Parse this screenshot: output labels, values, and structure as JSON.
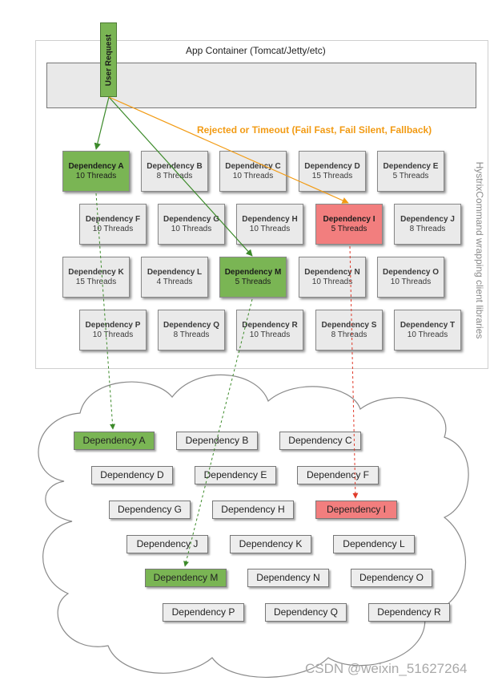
{
  "container": {
    "title": "App Container (Tomcat/Jetty/etc)",
    "side_label": "HystrixCommand wrapping client libraries"
  },
  "user_request": "User Request",
  "rejected_label": "Rejected or Timeout (Fail Fast, Fail Silent, Fallback)",
  "colors": {
    "green": "#7ab554",
    "red": "#f27e7e",
    "orange": "#f29b14",
    "arrow_green": "#3c8a2a",
    "arrow_red": "#e03a2a"
  },
  "pools": [
    {
      "name": "Dependency A",
      "threads": "10 Threads",
      "state": "green"
    },
    {
      "name": "Dependency B",
      "threads": "8 Threads",
      "state": "normal"
    },
    {
      "name": "Dependency C",
      "threads": "10 Threads",
      "state": "normal"
    },
    {
      "name": "Dependency D",
      "threads": "15 Threads",
      "state": "normal"
    },
    {
      "name": "Dependency E",
      "threads": "5 Threads",
      "state": "normal"
    },
    {
      "name": "Dependency F",
      "threads": "10 Threads",
      "state": "normal"
    },
    {
      "name": "Dependency G",
      "threads": "10 Threads",
      "state": "normal"
    },
    {
      "name": "Dependency H",
      "threads": "10 Threads",
      "state": "normal"
    },
    {
      "name": "Dependency I",
      "threads": "5 Threads",
      "state": "red"
    },
    {
      "name": "Dependency J",
      "threads": "8 Threads",
      "state": "normal"
    },
    {
      "name": "Dependency K",
      "threads": "15 Threads",
      "state": "normal"
    },
    {
      "name": "Dependency L",
      "threads": "4 Threads",
      "state": "normal"
    },
    {
      "name": "Dependency M",
      "threads": "5 Threads",
      "state": "green"
    },
    {
      "name": "Dependency N",
      "threads": "10 Threads",
      "state": "normal"
    },
    {
      "name": "Dependency O",
      "threads": "10 Threads",
      "state": "normal"
    },
    {
      "name": "Dependency P",
      "threads": "10 Threads",
      "state": "normal"
    },
    {
      "name": "Dependency Q",
      "threads": "8 Threads",
      "state": "normal"
    },
    {
      "name": "Dependency R",
      "threads": "10 Threads",
      "state": "normal"
    },
    {
      "name": "Dependency S",
      "threads": "8 Threads",
      "state": "normal"
    },
    {
      "name": "Dependency T",
      "threads": "10 Threads",
      "state": "normal"
    }
  ],
  "cloud_deps": [
    {
      "name": "Dependency A",
      "state": "green"
    },
    {
      "name": "Dependency B",
      "state": "normal"
    },
    {
      "name": "Dependency C",
      "state": "normal"
    },
    {
      "name": "Dependency D",
      "state": "normal"
    },
    {
      "name": "Dependency E",
      "state": "normal"
    },
    {
      "name": "Dependency F",
      "state": "normal"
    },
    {
      "name": "Dependency G",
      "state": "normal"
    },
    {
      "name": "Dependency H",
      "state": "normal"
    },
    {
      "name": "Dependency I",
      "state": "red"
    },
    {
      "name": "Dependency J",
      "state": "normal"
    },
    {
      "name": "Dependency K",
      "state": "normal"
    },
    {
      "name": "Dependency L",
      "state": "normal"
    },
    {
      "name": "Dependency M",
      "state": "green"
    },
    {
      "name": "Dependency N",
      "state": "normal"
    },
    {
      "name": "Dependency O",
      "state": "normal"
    },
    {
      "name": "Dependency P",
      "state": "normal"
    },
    {
      "name": "Dependency Q",
      "state": "normal"
    },
    {
      "name": "Dependency R",
      "state": "normal"
    }
  ],
  "watermark": "CSDN @weixin_51627264"
}
